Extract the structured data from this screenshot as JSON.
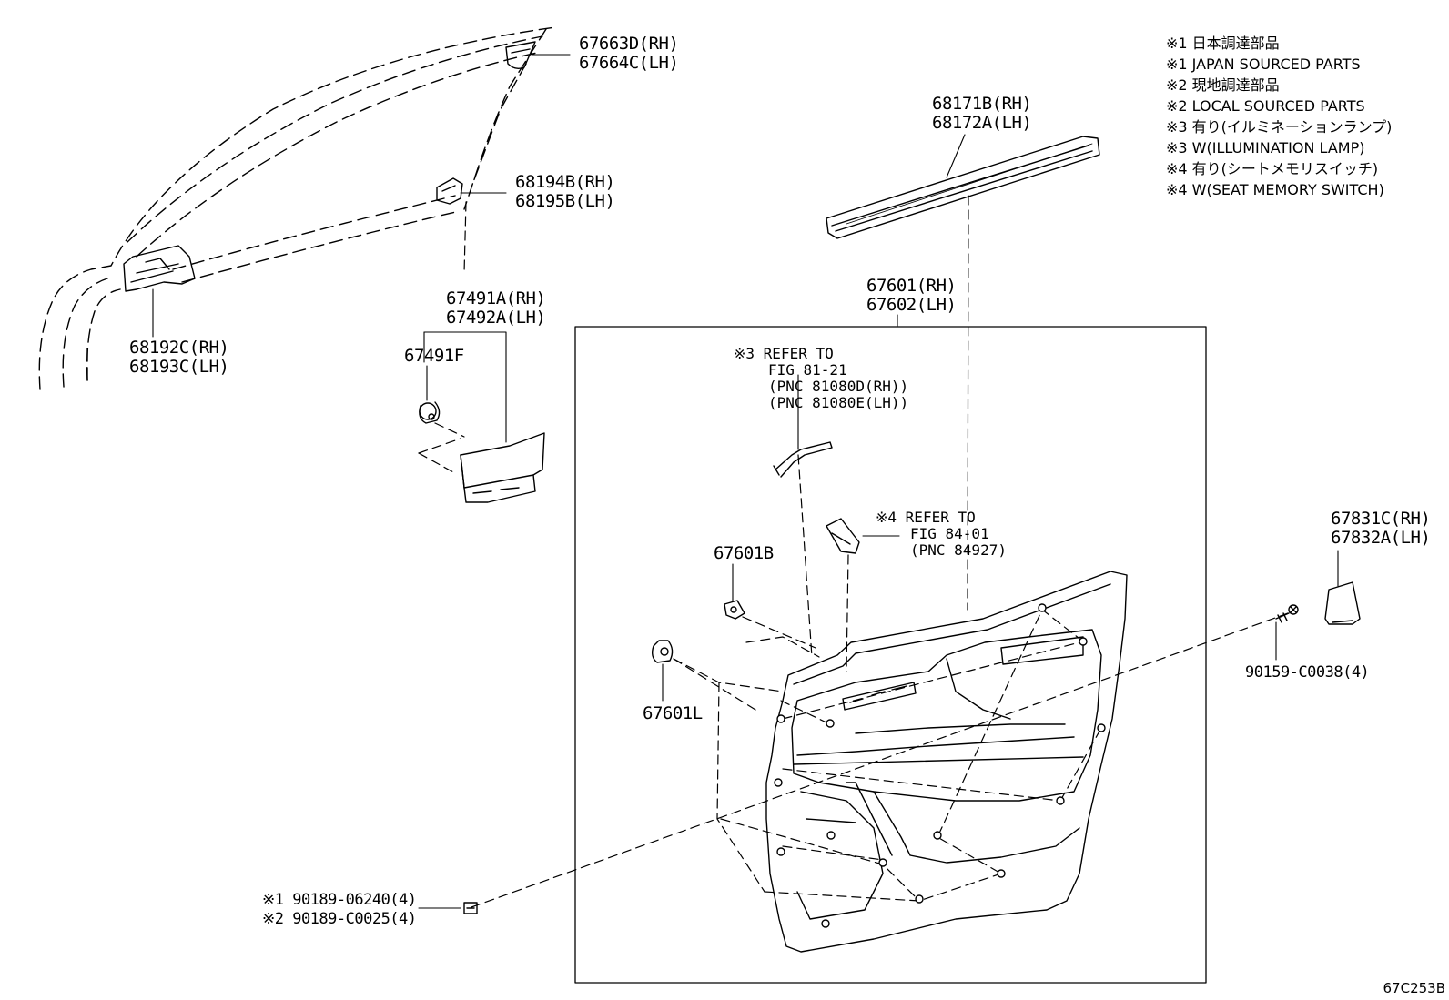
{
  "legend": [
    "※1 日本調達部品",
    "※1 JAPAN SOURCED PARTS",
    "※2 現地調達部品",
    "※2 LOCAL SOURCED PARTS",
    "※3 有り(イルミネーションランプ)",
    "※3 W(ILLUMINATION LAMP)",
    "※4 有り(シートメモリスイッチ)",
    "※4 W(SEAT MEMORY SWITCH)"
  ],
  "labels": {
    "p67663": [
      "67663D(RH)",
      "67664C(LH)"
    ],
    "p68194": [
      "68194B(RH)",
      "68195B(LH)"
    ],
    "p68192": [
      "68192C(RH)",
      "68193C(LH)"
    ],
    "p67491": [
      "67491A(RH)",
      "67492A(LH)"
    ],
    "p67491f": "67491F",
    "p68171": [
      "68171B(RH)",
      "68172A(LH)"
    ],
    "p67601": [
      "67601(RH)",
      "67602(LH)"
    ],
    "p67601b": "67601B",
    "p67601l": "67601L",
    "p67831": [
      "67831C(RH)",
      "67832A(LH)"
    ],
    "p90159": "90159-C0038(4)",
    "p90189": [
      "※1 90189-06240(4)",
      "※2 90189-C0025(4)"
    ]
  },
  "refs": {
    "r3": [
      "※3 REFER TO",
      "FIG 81-21",
      "(PNC 81080D(RH))",
      "(PNC 81080E(LH))"
    ],
    "r4": [
      "※4 REFER TO",
      "FIG 84-01",
      "(PNC 84927)"
    ]
  },
  "figure_code": "67C253B"
}
